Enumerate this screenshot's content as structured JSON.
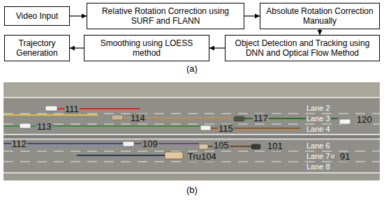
{
  "diagram": {
    "nodes": [
      {
        "text": [
          "Video Input"
        ]
      },
      {
        "text": [
          "Relative Rotation Correction using SURF and FLANN"
        ]
      },
      {
        "text": [
          "Absolute Rotation Correction Manually"
        ]
      },
      {
        "text": [
          "Trajectory Generation"
        ]
      },
      {
        "text": [
          "Smoothing using LOESS method"
        ]
      },
      {
        "text": [
          "Object Detection and Tracking using DNN and Optical Flow Method"
        ]
      }
    ],
    "edges": [
      {
        "from": 0,
        "to": 1,
        "arrow": "to"
      },
      {
        "from": 1,
        "to": 2,
        "arrow": "to"
      },
      {
        "from": 2,
        "to": 5,
        "arrow": "to"
      },
      {
        "from": 5,
        "to": 4,
        "arrow": "to"
      },
      {
        "from": 4,
        "to": 3,
        "arrow": "to"
      }
    ],
    "labels": [
      "(a)",
      "111",
      "Lane 2",
      "114",
      "117",
      "Lane 3",
      "120",
      "113",
      "115",
      "Lane 4",
      "112",
      "109",
      "105",
      "101",
      "Lane 6",
      "Tru104",
      "Lane 7",
      "91",
      "Lane 8",
      "(b)"
    ]
  }
}
